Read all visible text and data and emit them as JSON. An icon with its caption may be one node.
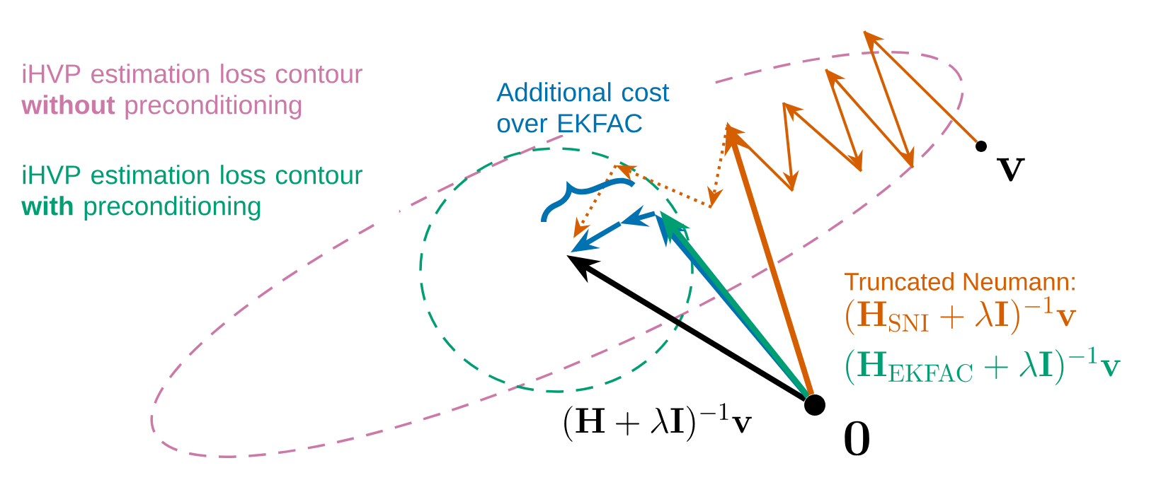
{
  "diagram": {
    "nodes": [
      {
        "text": [],
        "shape": "circle",
        "beside": [
          "\\mathbf{0}"
        ]
      },
      {
        "text": [],
        "shape": "circle",
        "beside": [
          "\\mathbf{v}"
        ]
      }
    ],
    "edges": [
      {
        "from": 0,
        "to": null,
        "arrow": "to",
        "color": "#000000"
      },
      {
        "from": 0,
        "to": null,
        "arrow": "to",
        "color": "#0072b2"
      },
      {
        "from": 0,
        "to": null,
        "arrow": "to",
        "color": "#009e73"
      },
      {
        "from": 0,
        "to": null,
        "arrow": "to",
        "color": "#d55e00"
      },
      {
        "from": 1,
        "to": null,
        "arrow": "to",
        "color": "#d55e00"
      }
    ],
    "labels": [
      "iHVP estimation loss contour **without** preconditioning",
      "iHVP estimation loss contour **with** preconditioning",
      "Additional cost over EKFAC",
      "Truncated Neumann:",
      "(\\mathbf{H}_{\\mathrm{SNI}}+\\lambda\\mathbf{I})^{-1}\\mathbf{v}",
      "(\\mathbf{H}_{\\mathrm{EKFAC}}+\\lambda\\mathbf{I})^{-1}\\mathbf{v}",
      "(\\mathbf{H}+\\lambda\\mathbf{I})^{-1}\\mathbf{v}"
    ]
  }
}
